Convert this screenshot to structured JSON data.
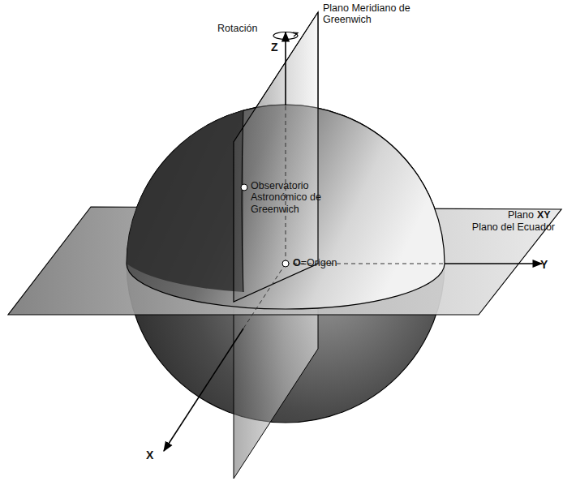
{
  "diagram": {
    "labels": [
      "Rotación",
      "Plano Meridiano de Greenwich",
      "Z",
      "Observatorio Astronómico de Greenwich",
      "Plano",
      "XY",
      "Plano del Ecuador",
      "O",
      "=Origen",
      "Y",
      "X"
    ]
  }
}
